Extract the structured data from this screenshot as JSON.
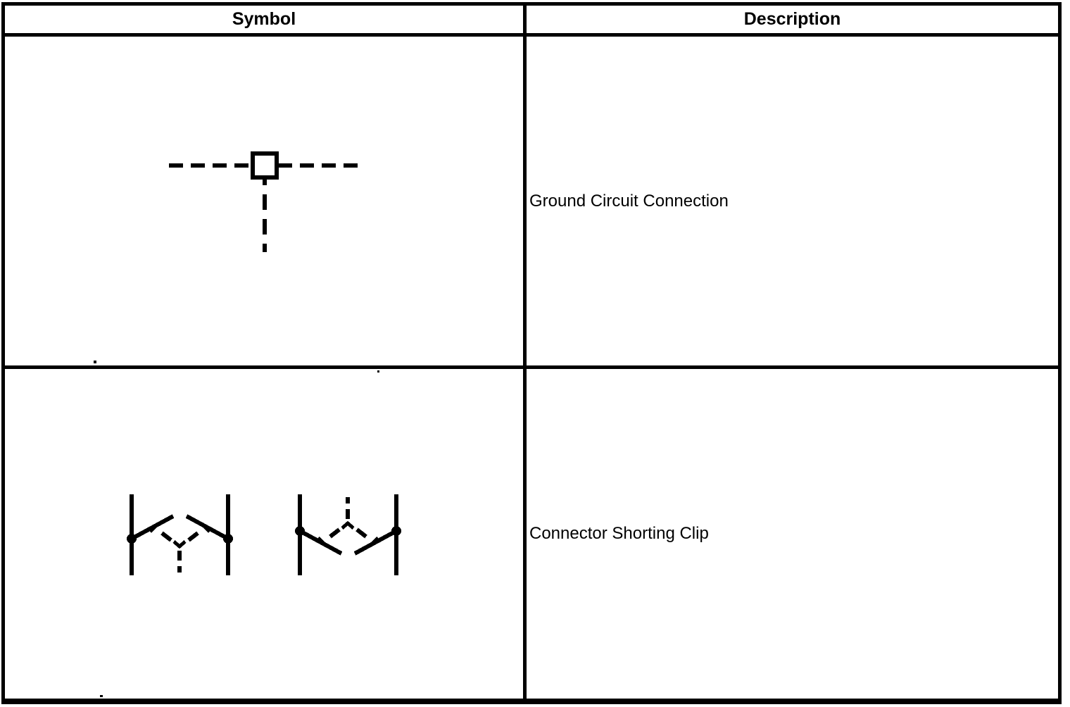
{
  "table": {
    "columns": [
      {
        "label": "Symbol"
      },
      {
        "label": "Description"
      }
    ],
    "rows": [
      {
        "symbol_icon": "ground-circuit-connection-symbol",
        "description": "Ground Circuit Connection"
      },
      {
        "symbol_icon": "connector-shorting-clip-symbol",
        "description": "Connector Shorting Clip"
      }
    ]
  },
  "colors": {
    "line": "#000000",
    "background": "#ffffff"
  }
}
